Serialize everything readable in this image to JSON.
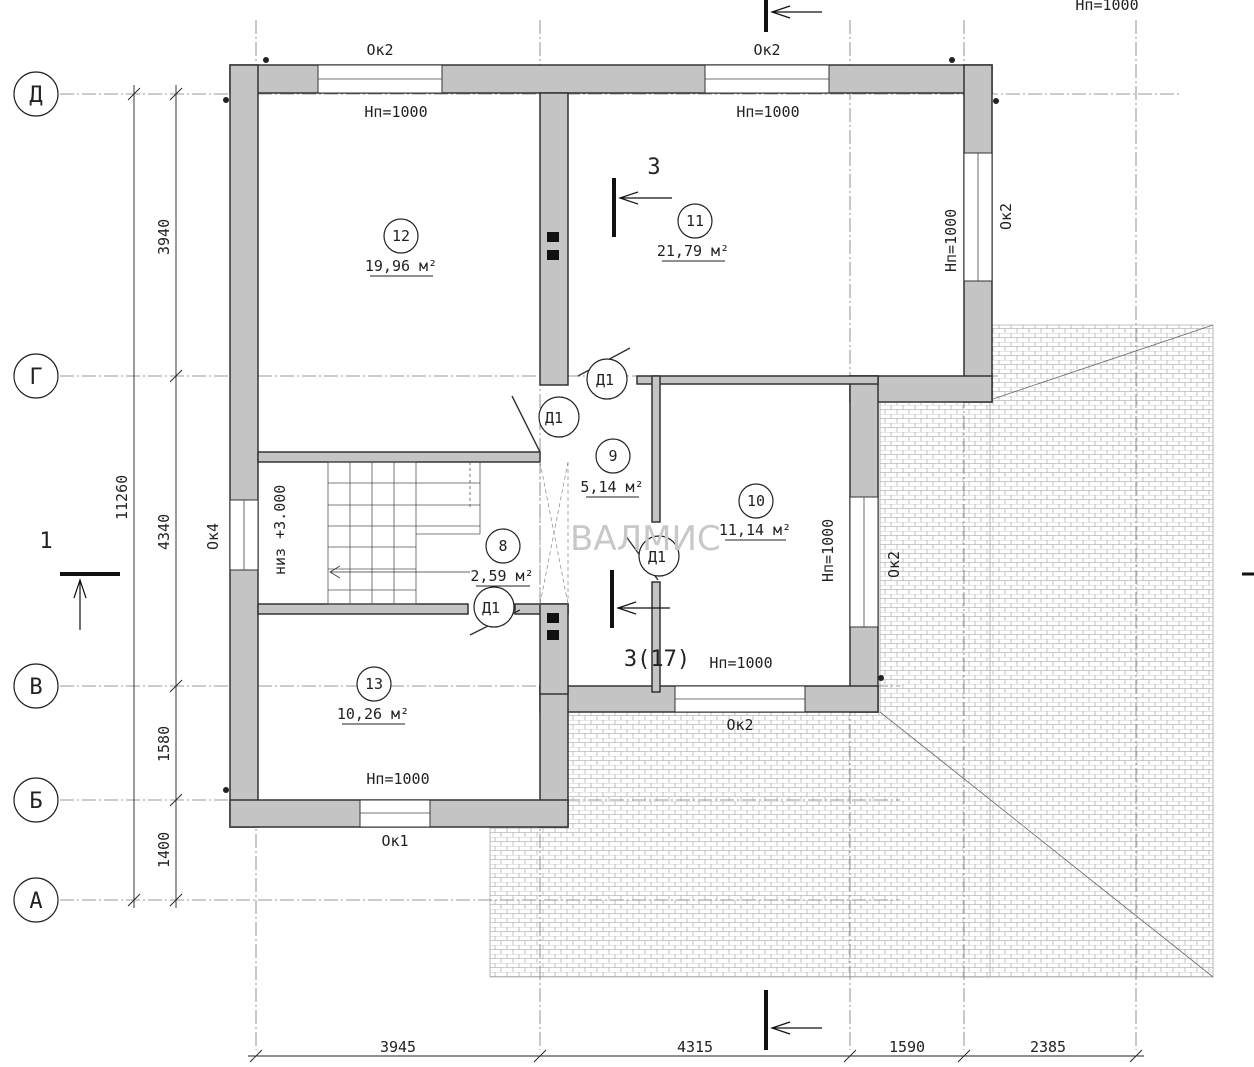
{
  "axes": {
    "rows": [
      {
        "id": "row-d",
        "label": "Д"
      },
      {
        "id": "row-g",
        "label": "Г"
      },
      {
        "id": "row-v",
        "label": "В"
      },
      {
        "id": "row-b",
        "label": "Б"
      },
      {
        "id": "row-a",
        "label": "А"
      }
    ]
  },
  "dimensions": {
    "overall": "11260",
    "vertical": [
      "3940",
      "4340",
      "1580",
      "1400"
    ],
    "horizontal": [
      "3945",
      "4315",
      "1590",
      "2385"
    ]
  },
  "rooms": [
    {
      "num": "12",
      "area": "19,96 м²"
    },
    {
      "num": "11",
      "area": "21,79 м²"
    },
    {
      "num": "9",
      "area": "5,14 м²"
    },
    {
      "num": "10",
      "area": "11,14 м²"
    },
    {
      "num": "8",
      "area": "2,59 м²"
    },
    {
      "num": "13",
      "area": "10,26 м²"
    }
  ],
  "windows": {
    "ok1": "Ок1",
    "ok2": "Ок2",
    "ok4": "Ок4",
    "sill": "Нп=1000"
  },
  "doors": {
    "d1": "Д1"
  },
  "stairs": {
    "label": "низ +3.000"
  },
  "sections": {
    "s1": "1",
    "s3": "3",
    "s3ref": "3(17)"
  },
  "watermark": "ВАЛМИС"
}
